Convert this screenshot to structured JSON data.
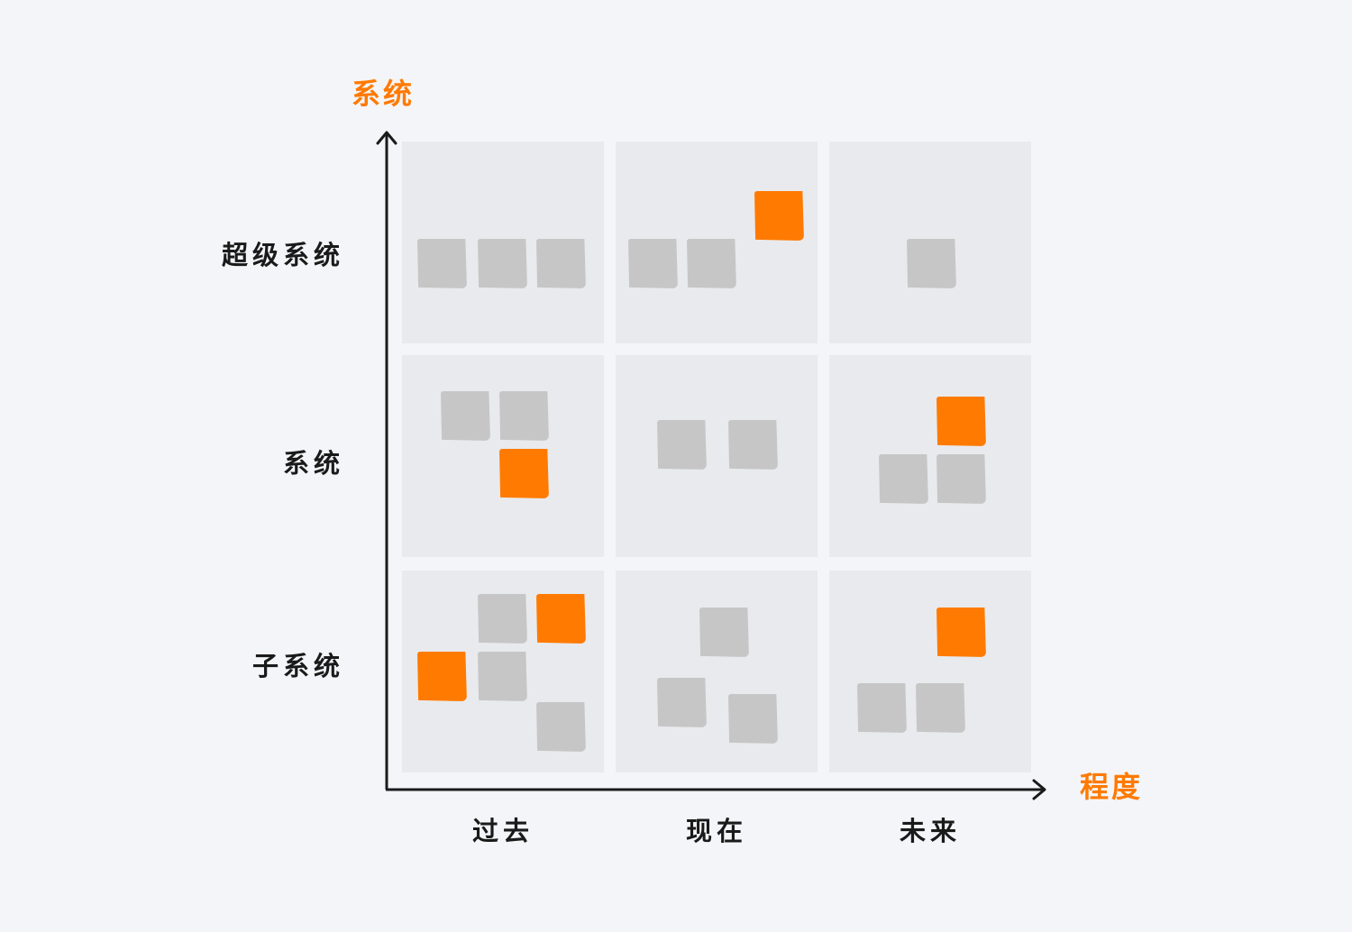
{
  "axes": {
    "y_title": "系统",
    "x_title": "程度"
  },
  "rows": [
    {
      "label": "超级系统"
    },
    {
      "label": "系统"
    },
    {
      "label": "子系统"
    }
  ],
  "columns": [
    {
      "label": "过去"
    },
    {
      "label": "现在"
    },
    {
      "label": "未来"
    }
  ],
  "colors": {
    "accent": "#ff7a00",
    "note_gray": "#c6c6c6",
    "cell_bg": "#e9eaed",
    "page_bg": "#f4f5f8",
    "axis": "#1a1a1a"
  },
  "notes_per_cell": {
    "super_past": {
      "gray": 3,
      "orange": 0
    },
    "super_present": {
      "gray": 2,
      "orange": 1
    },
    "super_future": {
      "gray": 1,
      "orange": 0
    },
    "system_past": {
      "gray": 2,
      "orange": 1
    },
    "system_present": {
      "gray": 2,
      "orange": 0
    },
    "system_future": {
      "gray": 2,
      "orange": 1
    },
    "sub_past": {
      "gray": 3,
      "orange": 2
    },
    "sub_present": {
      "gray": 3,
      "orange": 0
    },
    "sub_future": {
      "gray": 2,
      "orange": 1
    }
  }
}
